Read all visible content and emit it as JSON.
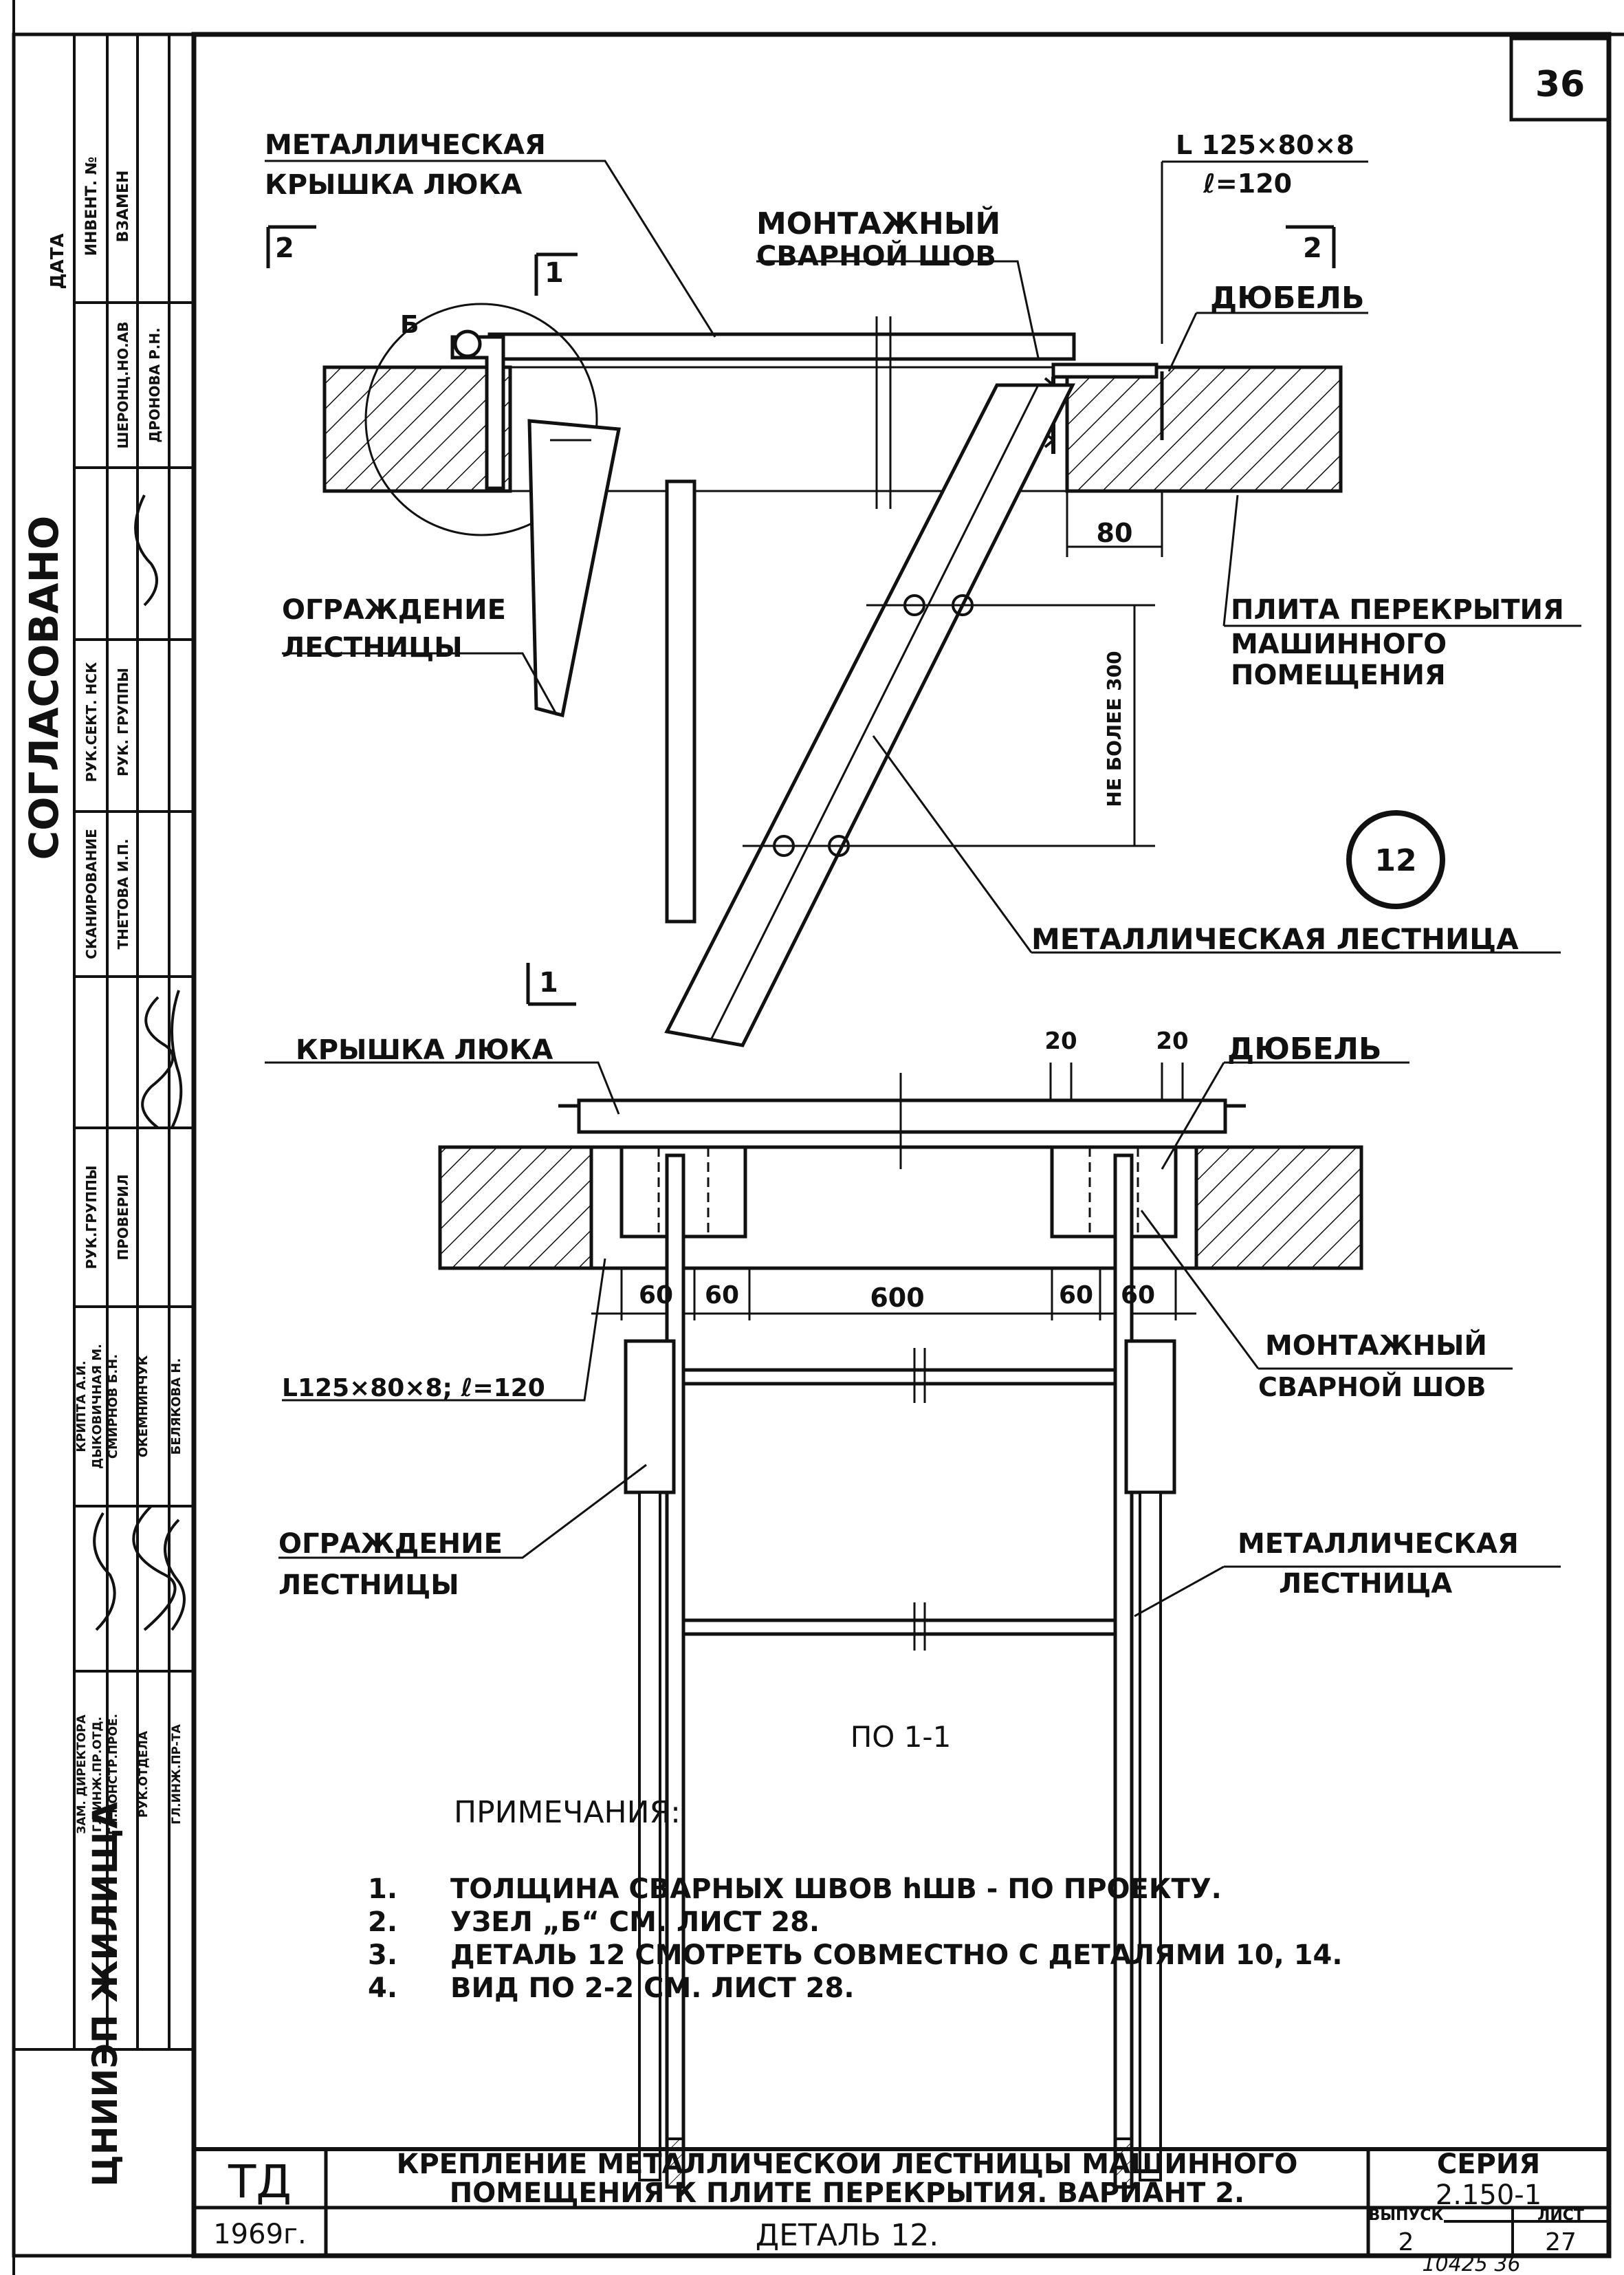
{
  "sheet_number": "36",
  "labels": {
    "metal_cover_1": "МЕТАЛЛИЧЕСКАЯ",
    "metal_cover_2": "КРЫШКА ЛЮКА",
    "angle_top_1": "L 125×80×8",
    "angle_top_2": "ℓ=120",
    "weld_top_1": "МОНТАЖНЫЙ",
    "weld_top_2": "СВАРНОЙ ШОВ",
    "section_2_left": "2",
    "section_1_top": "1",
    "section_2_right": "2",
    "dowel_top": "ДЮБЕЛЬ",
    "node_b": "Б",
    "dim_80_top": "80",
    "railing_top_1": "ОГРАЖДЕНИЕ",
    "railing_top_2": "ЛЕСТНИЦЫ",
    "slab_1": "ПЛИТА ПЕРЕКРЫТИЯ",
    "slab_2": "МАШИННОГО",
    "slab_3": "ПОМЕЩЕНИЯ",
    "max_300": "НЕ БОЛЕЕ 300",
    "detail_no": "12",
    "metal_ladder_top": "МЕТАЛЛИЧЕСКАЯ ЛЕСТНИЦА",
    "section_1_bottom": "1",
    "cover_bottom": "КРЫШКА ЛЮКА",
    "dim_20_a": "20",
    "dim_20_b": "20",
    "dowel_bottom": "ДЮБЕЛЬ",
    "dim_60_1": "60",
    "dim_60_2": "60",
    "dim_600": "600",
    "dim_60_3": "60",
    "dim_60_4": "60",
    "angle_bottom": "L125×80×8; ℓ=120",
    "weld_bottom_1": "МОНТАЖНЫЙ",
    "weld_bottom_2": "СВАРНОЙ ШОВ",
    "railing_bottom_1": "ОГРАЖДЕНИЕ",
    "railing_bottom_2": "ЛЕСТНИЦЫ",
    "ladder_bottom_1": "МЕТАЛЛИЧЕСКАЯ",
    "ladder_bottom_2": "ЛЕСТНИЦА",
    "view_caption": "ПО 1-1"
  },
  "notes": {
    "heading": "ПРИМЕЧАНИЯ:",
    "items": [
      {
        "n": "1.",
        "text": "ТОЛЩИНА СВАРНЫХ ШВОВ hШВ - ПО ПРОЕКТУ."
      },
      {
        "n": "2.",
        "text": "УЗЕЛ „Б“ СМ. ЛИСТ 28."
      },
      {
        "n": "3.",
        "text": "ДЕТАЛЬ 12 СМОТРЕТЬ СОВМЕСТНО С ДЕТАЛЯМИ 10, 14."
      },
      {
        "n": "4.",
        "text": "ВИД ПО 2-2 СМ. ЛИСТ 28."
      }
    ]
  },
  "title_block": {
    "code": "ТД",
    "title_1": "КРЕПЛЕНИЕ МЕТАЛЛИЧЕСКОЙ ЛЕСТНИЦЫ МАШИННОГО",
    "title_2": "ПОМЕЩЕНИЯ К ПЛИТЕ ПЕРЕКРЫТИЯ. ВАРИАНТ 2.",
    "year": "1969г.",
    "detail": "ДЕТАЛЬ 12.",
    "series_label": "СЕРИЯ",
    "series_value": "2.150-1",
    "issue_label": "ВЫПУСК",
    "issue_value": "2",
    "sheet_label": "ЛИСТ",
    "sheet_value": "27",
    "footer_number": "10425 36"
  },
  "side_stamp": {
    "agreed": "СОГЛАСОВАНО",
    "date": "ДАТА",
    "inv": "ИНВЕНТ. №",
    "replace": "ВЗАМЕН",
    "org": "ЦНИИЭП ЖИЛИЩА",
    "names_top": [
      "ШЕРОНЦ.НО.АВ",
      "ДРОНОВА Р.Н."
    ],
    "roles_mid": [
      "РУК.СЕКТ. НСК",
      "РУК. ГРУППЫ",
      "СКАНИРОВАНИЕ",
      "ТНЕТОВА И.П."
    ],
    "roles_low": [
      "РУК.ГРУППЫ",
      "ПРОВЕРИЛ"
    ],
    "staff_names": [
      "КРИПТА А.И.",
      "ДЫКОВИЧНАЯ М.",
      "СМИРНОВ Б.Н.",
      "ОКЕМНИНЧУК",
      "БЕЛЯКОВА Н."
    ],
    "staff_roles": [
      "ЗАМ. ДИРЕКТОРА",
      "ГЛ.ИНЖ.ПР.ОТД.",
      "ГЛ.КОНСТР.ПРОЕ.",
      "РУК.ОТДЕЛА",
      "ГЛ.ИНЖ.ПР-ТА"
    ]
  }
}
